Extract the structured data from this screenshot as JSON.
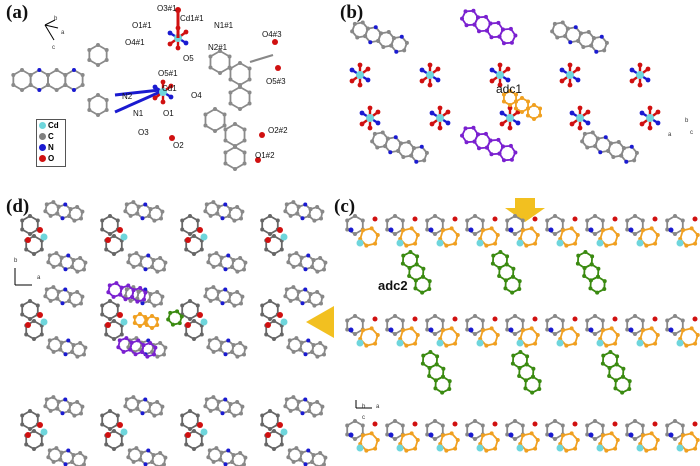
{
  "panels": {
    "a": {
      "label": "(a)",
      "atoms": [
        "O3#1",
        "Cd1#1",
        "O1#1",
        "N1#1",
        "O4#1",
        "N2#1",
        "O4#3",
        "O5",
        "O5#1",
        "Cd1",
        "N2",
        "O4",
        "O5#3",
        "N1",
        "O1",
        "O3",
        "O2#2",
        "O2",
        "O1#2"
      ],
      "axes": [
        "b",
        "a",
        "c"
      ],
      "legend": [
        {
          "label": "Cd",
          "color": "#6fd6dc"
        },
        {
          "label": "C",
          "color": "#808080"
        },
        {
          "label": "N",
          "color": "#1a1ad0"
        },
        {
          "label": "O",
          "color": "#d01010"
        }
      ]
    },
    "b": {
      "label": "(b)",
      "ligand": "adc1",
      "axes": [
        "b",
        "a",
        "c"
      ]
    },
    "c": {
      "label": "(c)",
      "ligand": "adc2",
      "axes": [
        "b",
        "a",
        "c"
      ]
    },
    "d": {
      "label": "(d)",
      "axes": [
        "b",
        "a"
      ]
    }
  },
  "colors": {
    "Cd": "#6fd6dc",
    "C": "#808080",
    "N": "#1a1ad0",
    "O": "#d01010",
    "adc1": "#f0a020",
    "purple": "#7a20d0",
    "adc2": "#3a8a10",
    "arrow": "#f2c020"
  }
}
